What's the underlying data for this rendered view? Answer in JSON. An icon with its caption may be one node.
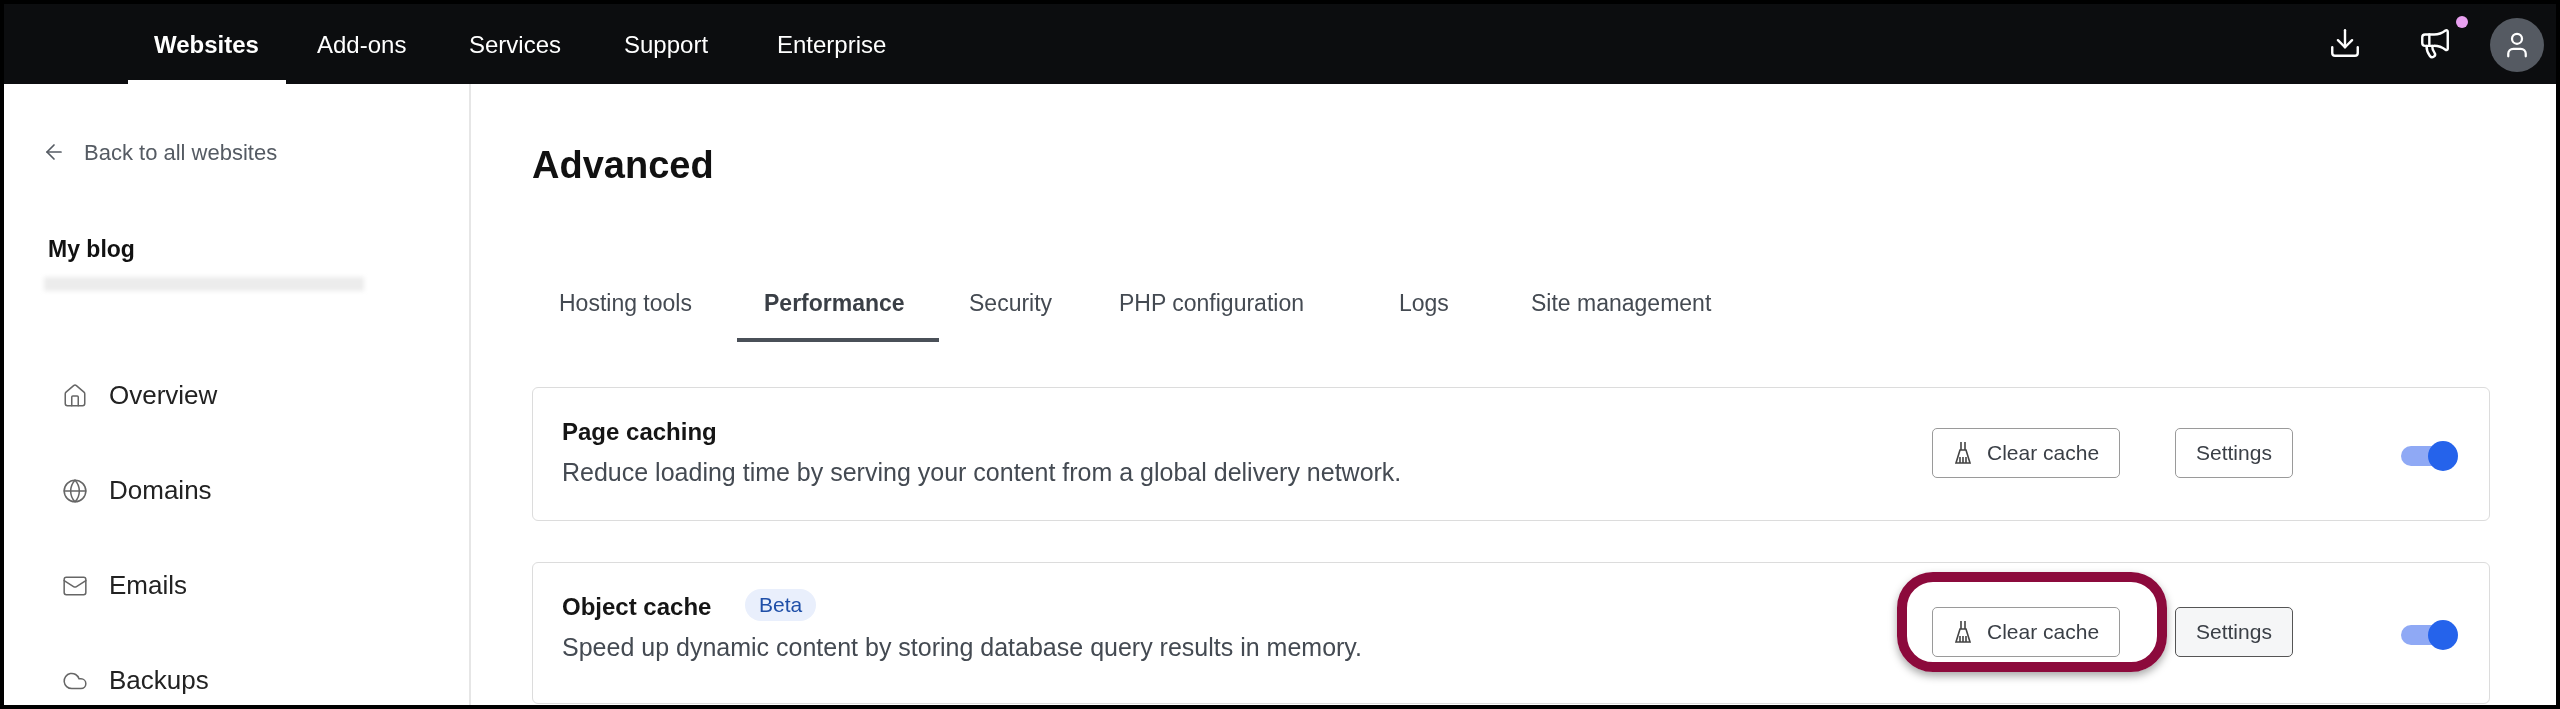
{
  "diagram": {
    "nodes": [
      {
        "text": [
          "Page caching",
          "Reduce loading time by serving your content from a global delivery network."
        ]
      },
      {
        "text": [
          "Object cache",
          "Beta",
          "Speed up dynamic content by storing database query results in memory."
        ]
      }
    ],
    "labels": [
      "Websites",
      "Add-ons",
      "Services",
      "Support",
      "Enterprise",
      "Back to all websites",
      "My blog",
      "Overview",
      "Domains",
      "Emails",
      "Backups",
      "Advanced",
      "Hosting tools",
      "Performance",
      "Security",
      "PHP configuration",
      "Logs",
      "Site management",
      "Clear cache",
      "Settings",
      "Clear cache",
      "Settings"
    ]
  }
}
